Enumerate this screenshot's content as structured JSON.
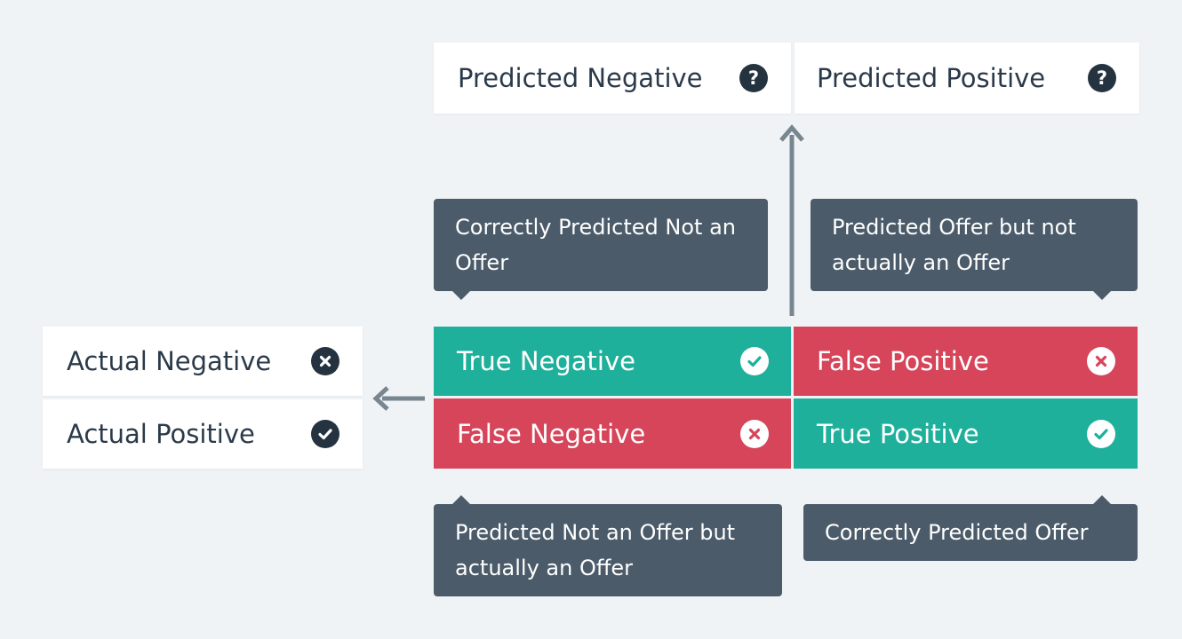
{
  "columns": {
    "predicted_negative": {
      "label": "Predicted Negative",
      "icon": "question-icon"
    },
    "predicted_positive": {
      "label": "Predicted Positive",
      "icon": "question-icon"
    }
  },
  "rows": {
    "actual_negative": {
      "label": "Actual Negative",
      "icon": "x-icon"
    },
    "actual_positive": {
      "label": "Actual Positive",
      "icon": "check-icon"
    }
  },
  "matrix": {
    "true_negative": {
      "label": "True Negative",
      "icon": "check-icon",
      "color": "#1fb09b"
    },
    "false_positive": {
      "label": "False Positive",
      "icon": "x-icon",
      "color": "#d6455a"
    },
    "false_negative": {
      "label": "False Negative",
      "icon": "x-icon",
      "color": "#d6455a"
    },
    "true_positive": {
      "label": "True Positive",
      "icon": "check-icon",
      "color": "#1fb09b"
    }
  },
  "tooltips": {
    "true_negative": "Correctly Predicted Not an Offer",
    "false_positive": "Predicted Offer but not actually an Offer",
    "false_negative": "Predicted Not an Offer but actually an Offer",
    "true_positive": "Correctly Predicted Offer"
  },
  "colors": {
    "background": "#f0f3f6",
    "header_text": "#2b3a4a",
    "tooltip_bg": "#4b5b69",
    "arrow": "#77868f",
    "positive_teal": "#1fb09b",
    "negative_red": "#d6455a"
  }
}
